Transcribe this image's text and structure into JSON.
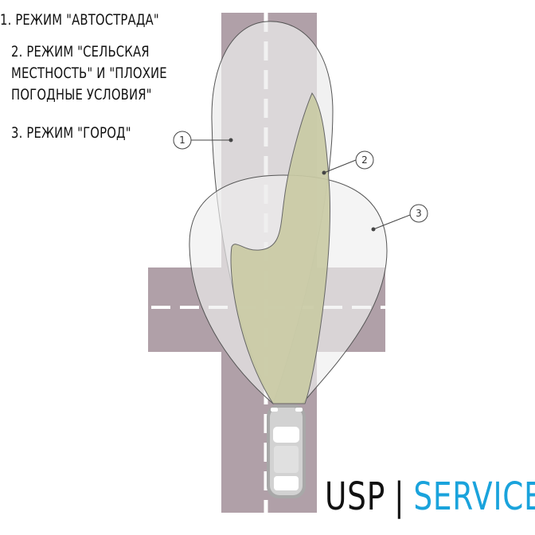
{
  "legend": {
    "item1": "1. РЕЖИМ \"АВТОСТРАДА\"",
    "item2_line1": "2. РЕЖИМ \"СЕЛЬСКАЯ",
    "item2_line2": "МЕСТНОСТЬ\" И \"ПЛОХИЕ",
    "item2_line3": "ПОГОДНЫЕ УСЛОВИЯ\"",
    "item3": "3. РЕЖИМ \"ГОРОД\""
  },
  "callouts": [
    "1",
    "2",
    "3"
  ],
  "brand": {
    "part1": "USP",
    "separator": "|",
    "part2": "SERVICE"
  },
  "colors": {
    "road": "#b0a0a8",
    "lane_marking": "#ffffff",
    "beam_highway": "#ecebec",
    "beam_city": "#efefef",
    "beam_country": "#c9caa4",
    "brand_accent": "#1aa3dc"
  }
}
